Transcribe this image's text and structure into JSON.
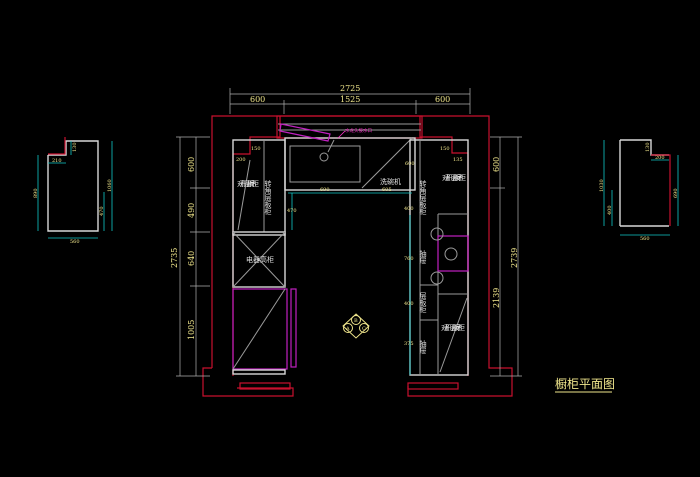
{
  "title": "橱柜平面图",
  "dimensions": {
    "overall_width": "2725",
    "top_left": "600",
    "top_middle": "1525",
    "top_right": "600",
    "left_total": "2735",
    "left_seg1": "600",
    "left_seg2": "490",
    "left_seg3": "640",
    "left_seg4": "1005",
    "right_top": "600",
    "right_lower": "2139",
    "right_total": "2739",
    "inner_sink_left": "690",
    "inner_sink_right": "605",
    "inner_sink_depth": "470",
    "inner_sink_side": "600",
    "inner_right_a": "400",
    "inner_right_b": "760",
    "inner_right_c": "400",
    "inner_right_d": "375",
    "corner_left_a": "150",
    "corner_left_b": "200",
    "corner_right_a": "150",
    "corner_right_b": "135"
  },
  "labels": {
    "faucet": "水龙头接水口",
    "left_wall_cabinet": "对开门层板吊柜",
    "left_corner": "转角层板柜",
    "appliance_tall": "电器高柜",
    "dishwasher": "洗碗机",
    "right_wall_cabinet": "对开门层板吊柜",
    "right_corner": "转角层板柜",
    "drawer1": "抽屉",
    "shelf_cabinet": "层板柜",
    "drawer2": "抽屉",
    "right_lower_wall": "对开门层板吊柜"
  },
  "view_marker": {
    "a": "A",
    "b": "B",
    "c": "C"
  },
  "left_detail": {
    "top": "130",
    "step": "210",
    "height": "890",
    "total": "1060",
    "lower": "470",
    "width": "560"
  },
  "right_detail": {
    "top": "130",
    "step": "200",
    "height": "690",
    "total": "1030",
    "lower": "400",
    "width": "560"
  }
}
